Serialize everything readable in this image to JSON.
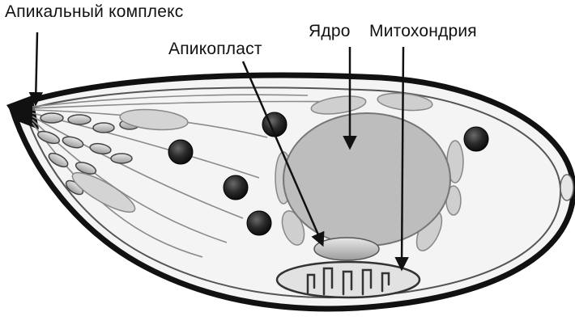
{
  "labels": {
    "apical_complex": "Апикальный комплекс",
    "apicoplast": "Апикопласт",
    "nucleus": "Ядро",
    "mitochondrion": "Митохондрия"
  },
  "colors": {
    "outline": "#111111",
    "cytoplasm": "#f6f6f6",
    "organelle_fill": "#c8c8c8",
    "nucleus_fill": "#bdbdbd",
    "dense_granule": "#1c1c1c",
    "arrow": "#111111"
  }
}
